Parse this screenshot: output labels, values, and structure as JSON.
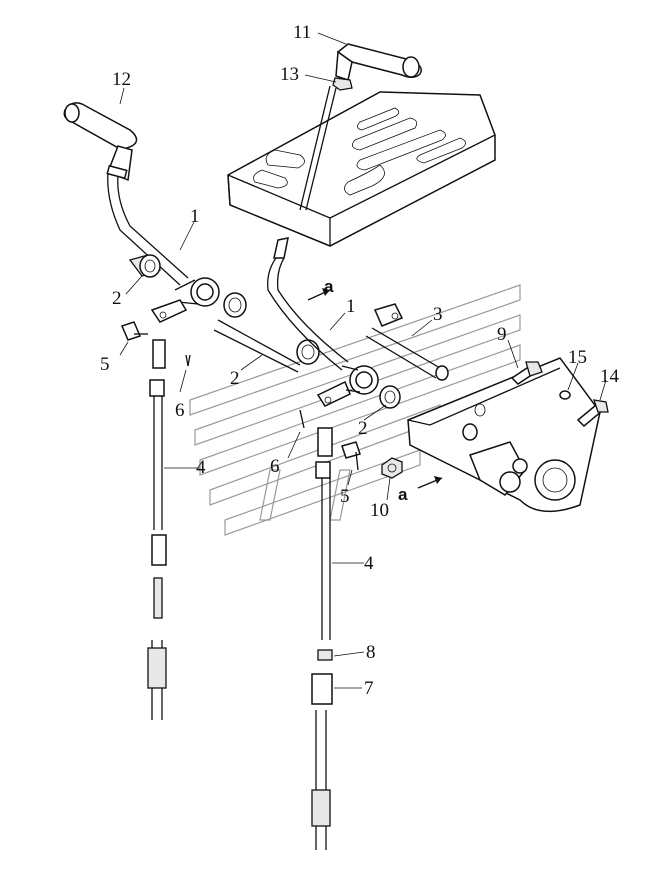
{
  "diagram": {
    "part_labels": {
      "n1a": "1",
      "n1b": "1",
      "n2a": "2",
      "n2b": "2",
      "n2c": "2",
      "n3": "3",
      "n4a": "4",
      "n4b": "4",
      "n5a": "5",
      "n5b": "5",
      "n6a": "6",
      "n6b": "6",
      "n7": "7",
      "n8": "8",
      "n9": "9",
      "n10": "10",
      "n11": "11",
      "n12": "12",
      "n13": "13",
      "n14": "14",
      "n15": "15"
    },
    "view_markers": {
      "a1": "a",
      "a2": "a"
    }
  }
}
